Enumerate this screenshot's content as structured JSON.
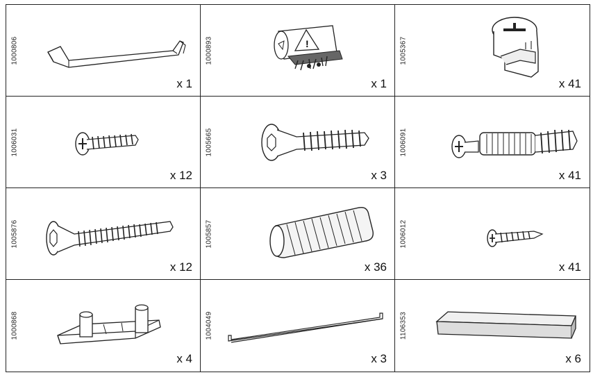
{
  "parts": [
    {
      "part_number": "1000806",
      "quantity": "x 1",
      "icon": "allen-key-icon"
    },
    {
      "part_number": "1000893",
      "quantity": "x 1",
      "icon": "warning-tag-bundle-icon"
    },
    {
      "part_number": "1005367",
      "quantity": "x 41",
      "icon": "cam-lock-icon"
    },
    {
      "part_number": "1006031",
      "quantity": "x 12",
      "icon": "pan-head-screw-icon"
    },
    {
      "part_number": "1005665",
      "quantity": "x 3",
      "icon": "hex-socket-screw-icon"
    },
    {
      "part_number": "1006091",
      "quantity": "x 41",
      "icon": "cam-bolt-dowel-icon"
    },
    {
      "part_number": "1005876",
      "quantity": "x 12",
      "icon": "long-hex-screw-icon"
    },
    {
      "part_number": "1005857",
      "quantity": "x 36",
      "icon": "wooden-dowel-icon"
    },
    {
      "part_number": "1006012",
      "quantity": "x 41",
      "icon": "small-phillips-screw-icon"
    },
    {
      "part_number": "1000868",
      "quantity": "x 4",
      "icon": "plastic-bracket-icon"
    },
    {
      "part_number": "1004049",
      "quantity": "x 3",
      "icon": "metal-rod-icon"
    },
    {
      "part_number": "1106353",
      "quantity": "x 6",
      "icon": "plastic-strip-icon"
    }
  ]
}
